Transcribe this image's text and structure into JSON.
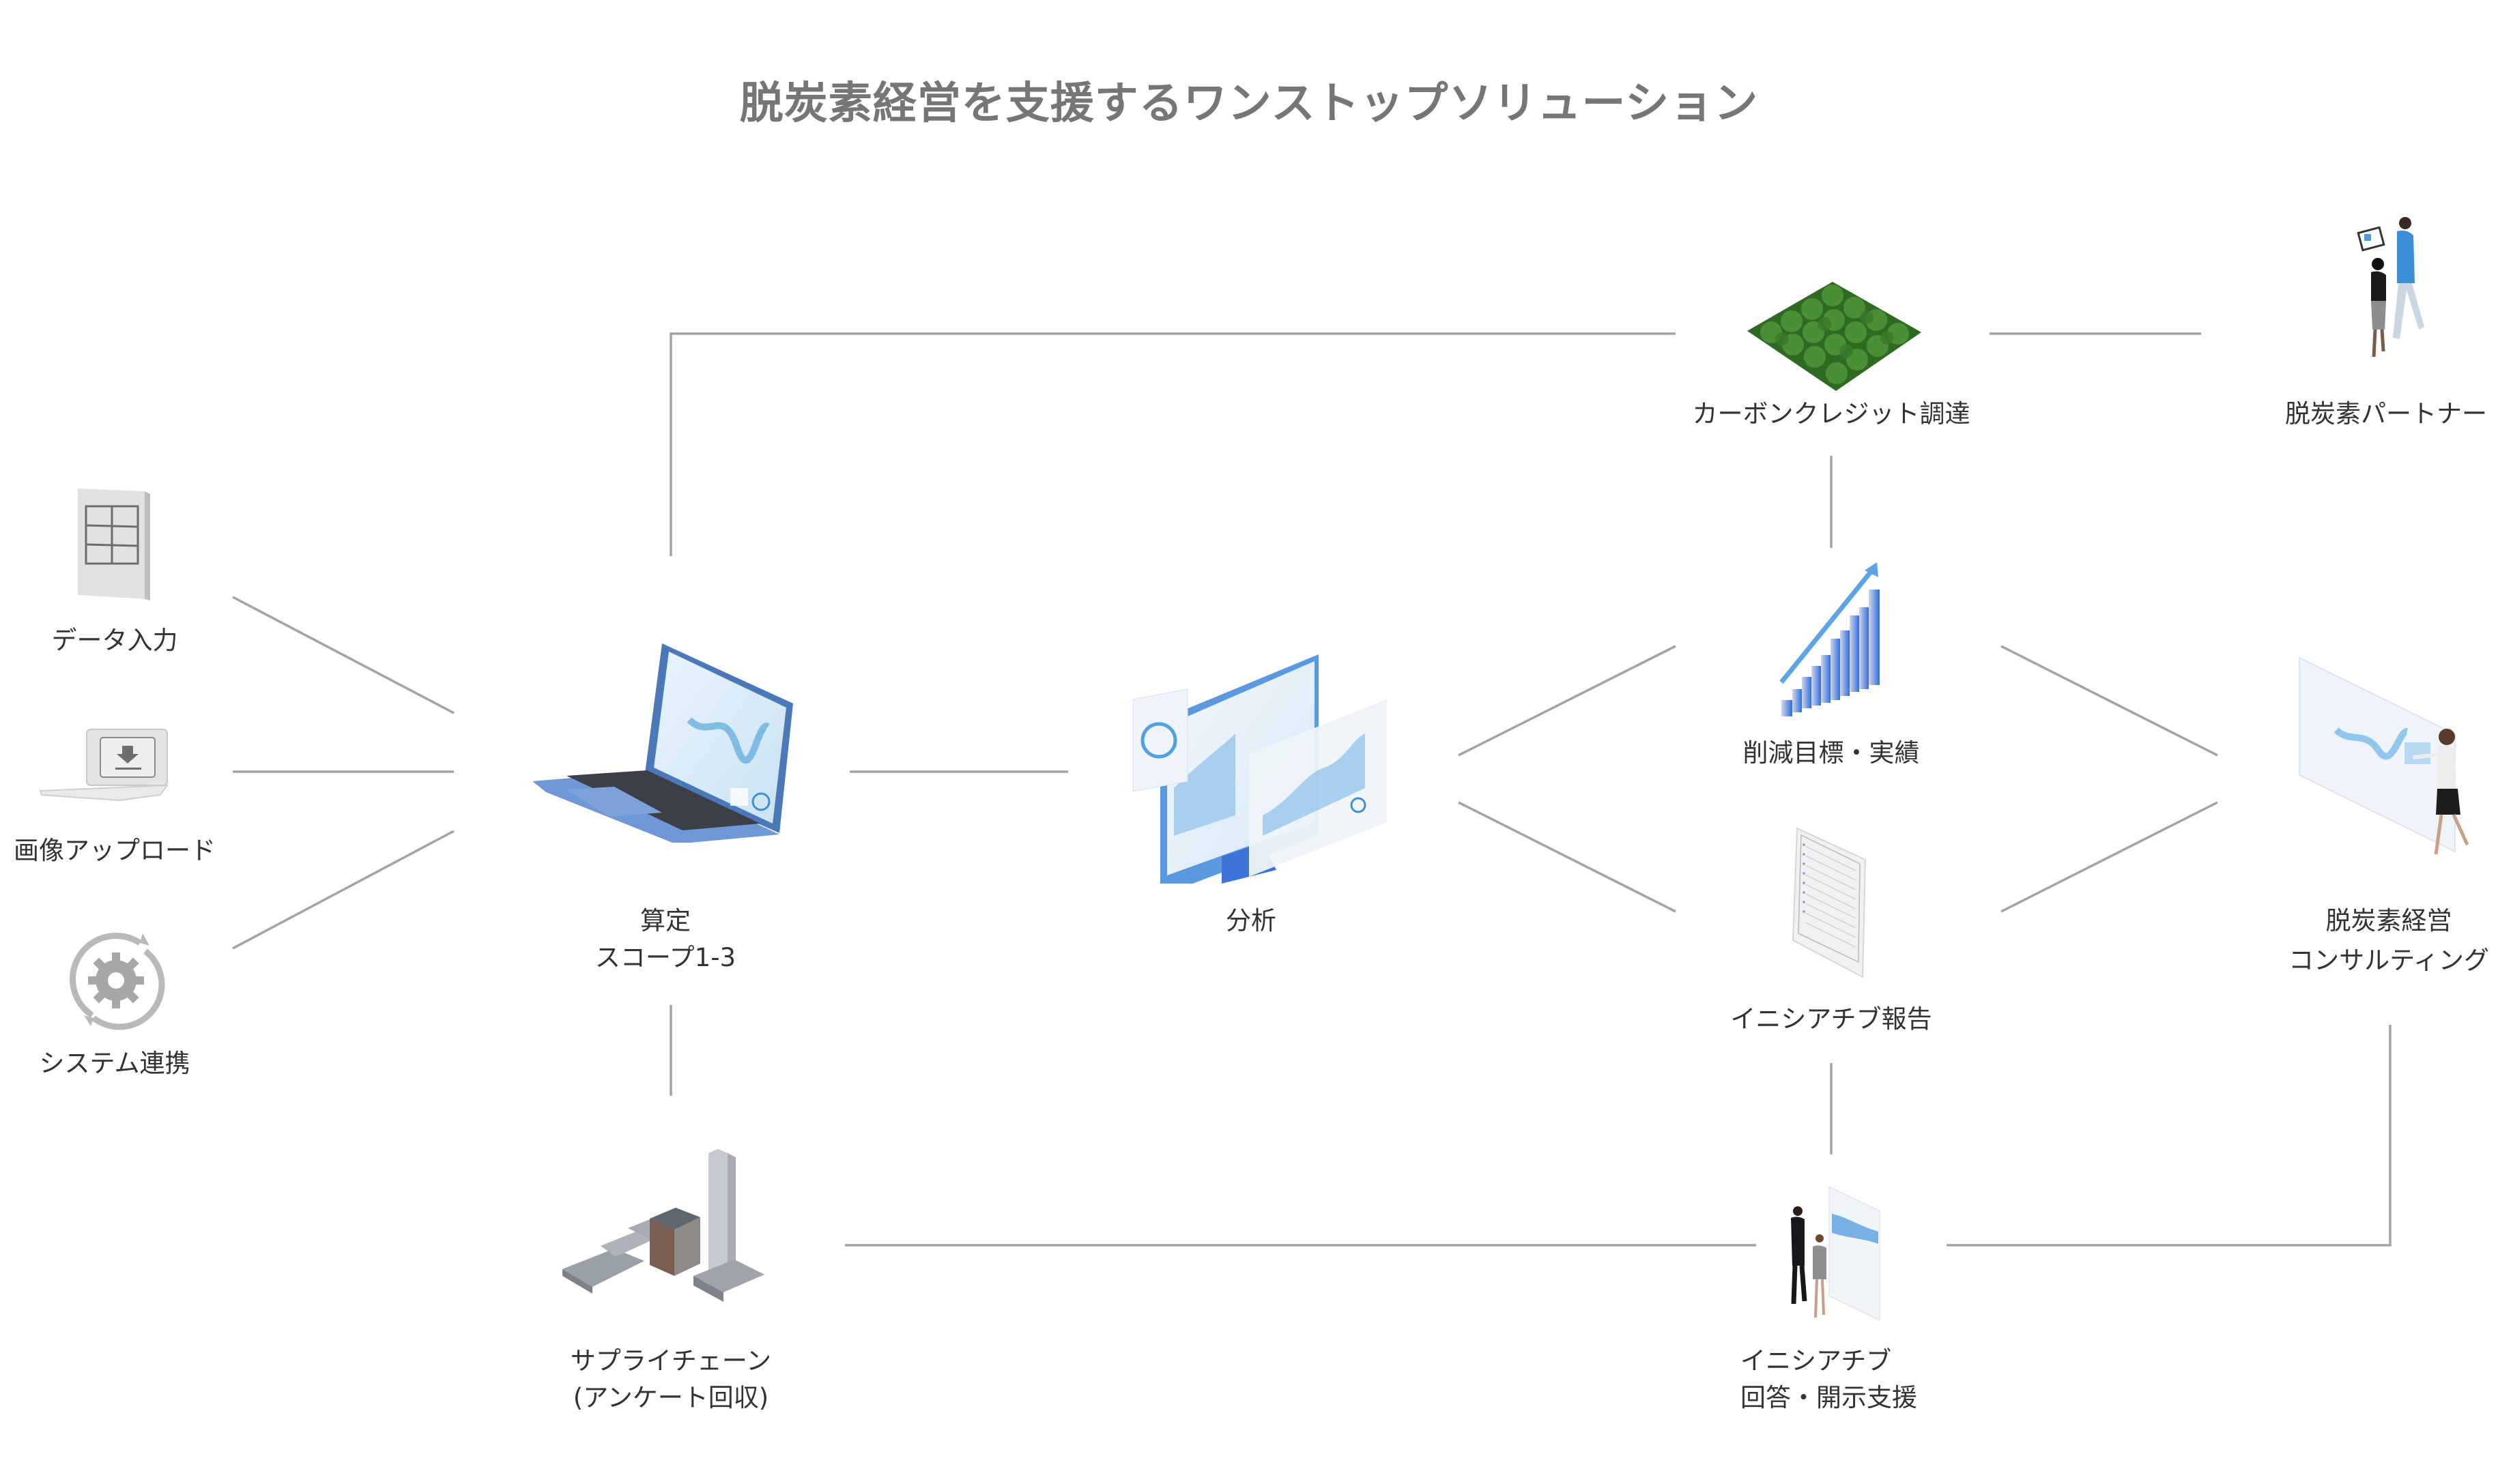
{
  "title": "脱炭素経営を支援するワンストップソリューション",
  "colors": {
    "connector": "#a3a3a3",
    "title": "#767676",
    "label": "#333333",
    "accent_blue": "#4a86e8",
    "forest_green": "#3f7a2e"
  },
  "inputs": [
    {
      "id": "data-entry",
      "label": "データ入力",
      "icon": "spreadsheet-grid-icon"
    },
    {
      "id": "image-upload",
      "label": "画像アップロード",
      "icon": "laptop-upload-icon"
    },
    {
      "id": "system-integration",
      "label": "システム連携",
      "icon": "gear-sync-icon"
    }
  ],
  "nodes": {
    "calculation": {
      "line1": "算定",
      "line2": "スコープ1-3",
      "icon": "laptop-dashboard-icon"
    },
    "analysis": {
      "line1": "分析",
      "icon": "monitor-dashboard-icon"
    },
    "carbon_credit": {
      "line1": "カーボンクレジット調達",
      "icon": "forest-icon"
    },
    "partner": {
      "line1": "脱炭素パートナー",
      "icon": "people-tablet-icon"
    },
    "targets": {
      "line1": "削減目標・実績",
      "icon": "bar-chart-growth-icon"
    },
    "initiative_report": {
      "line1": "イニシアチブ報告",
      "icon": "report-document-icon"
    },
    "consulting": {
      "line1": "脱炭素経営",
      "line2": "コンサルティング",
      "icon": "presenter-screen-icon"
    },
    "supply_chain": {
      "line1": "サプライチェーン",
      "line2": "(アンケート回収)",
      "icon": "buildings-icon"
    },
    "disclosure": {
      "line1": "イニシアチブ",
      "line2": "回答・開示支援",
      "icon": "meeting-board-icon"
    }
  }
}
